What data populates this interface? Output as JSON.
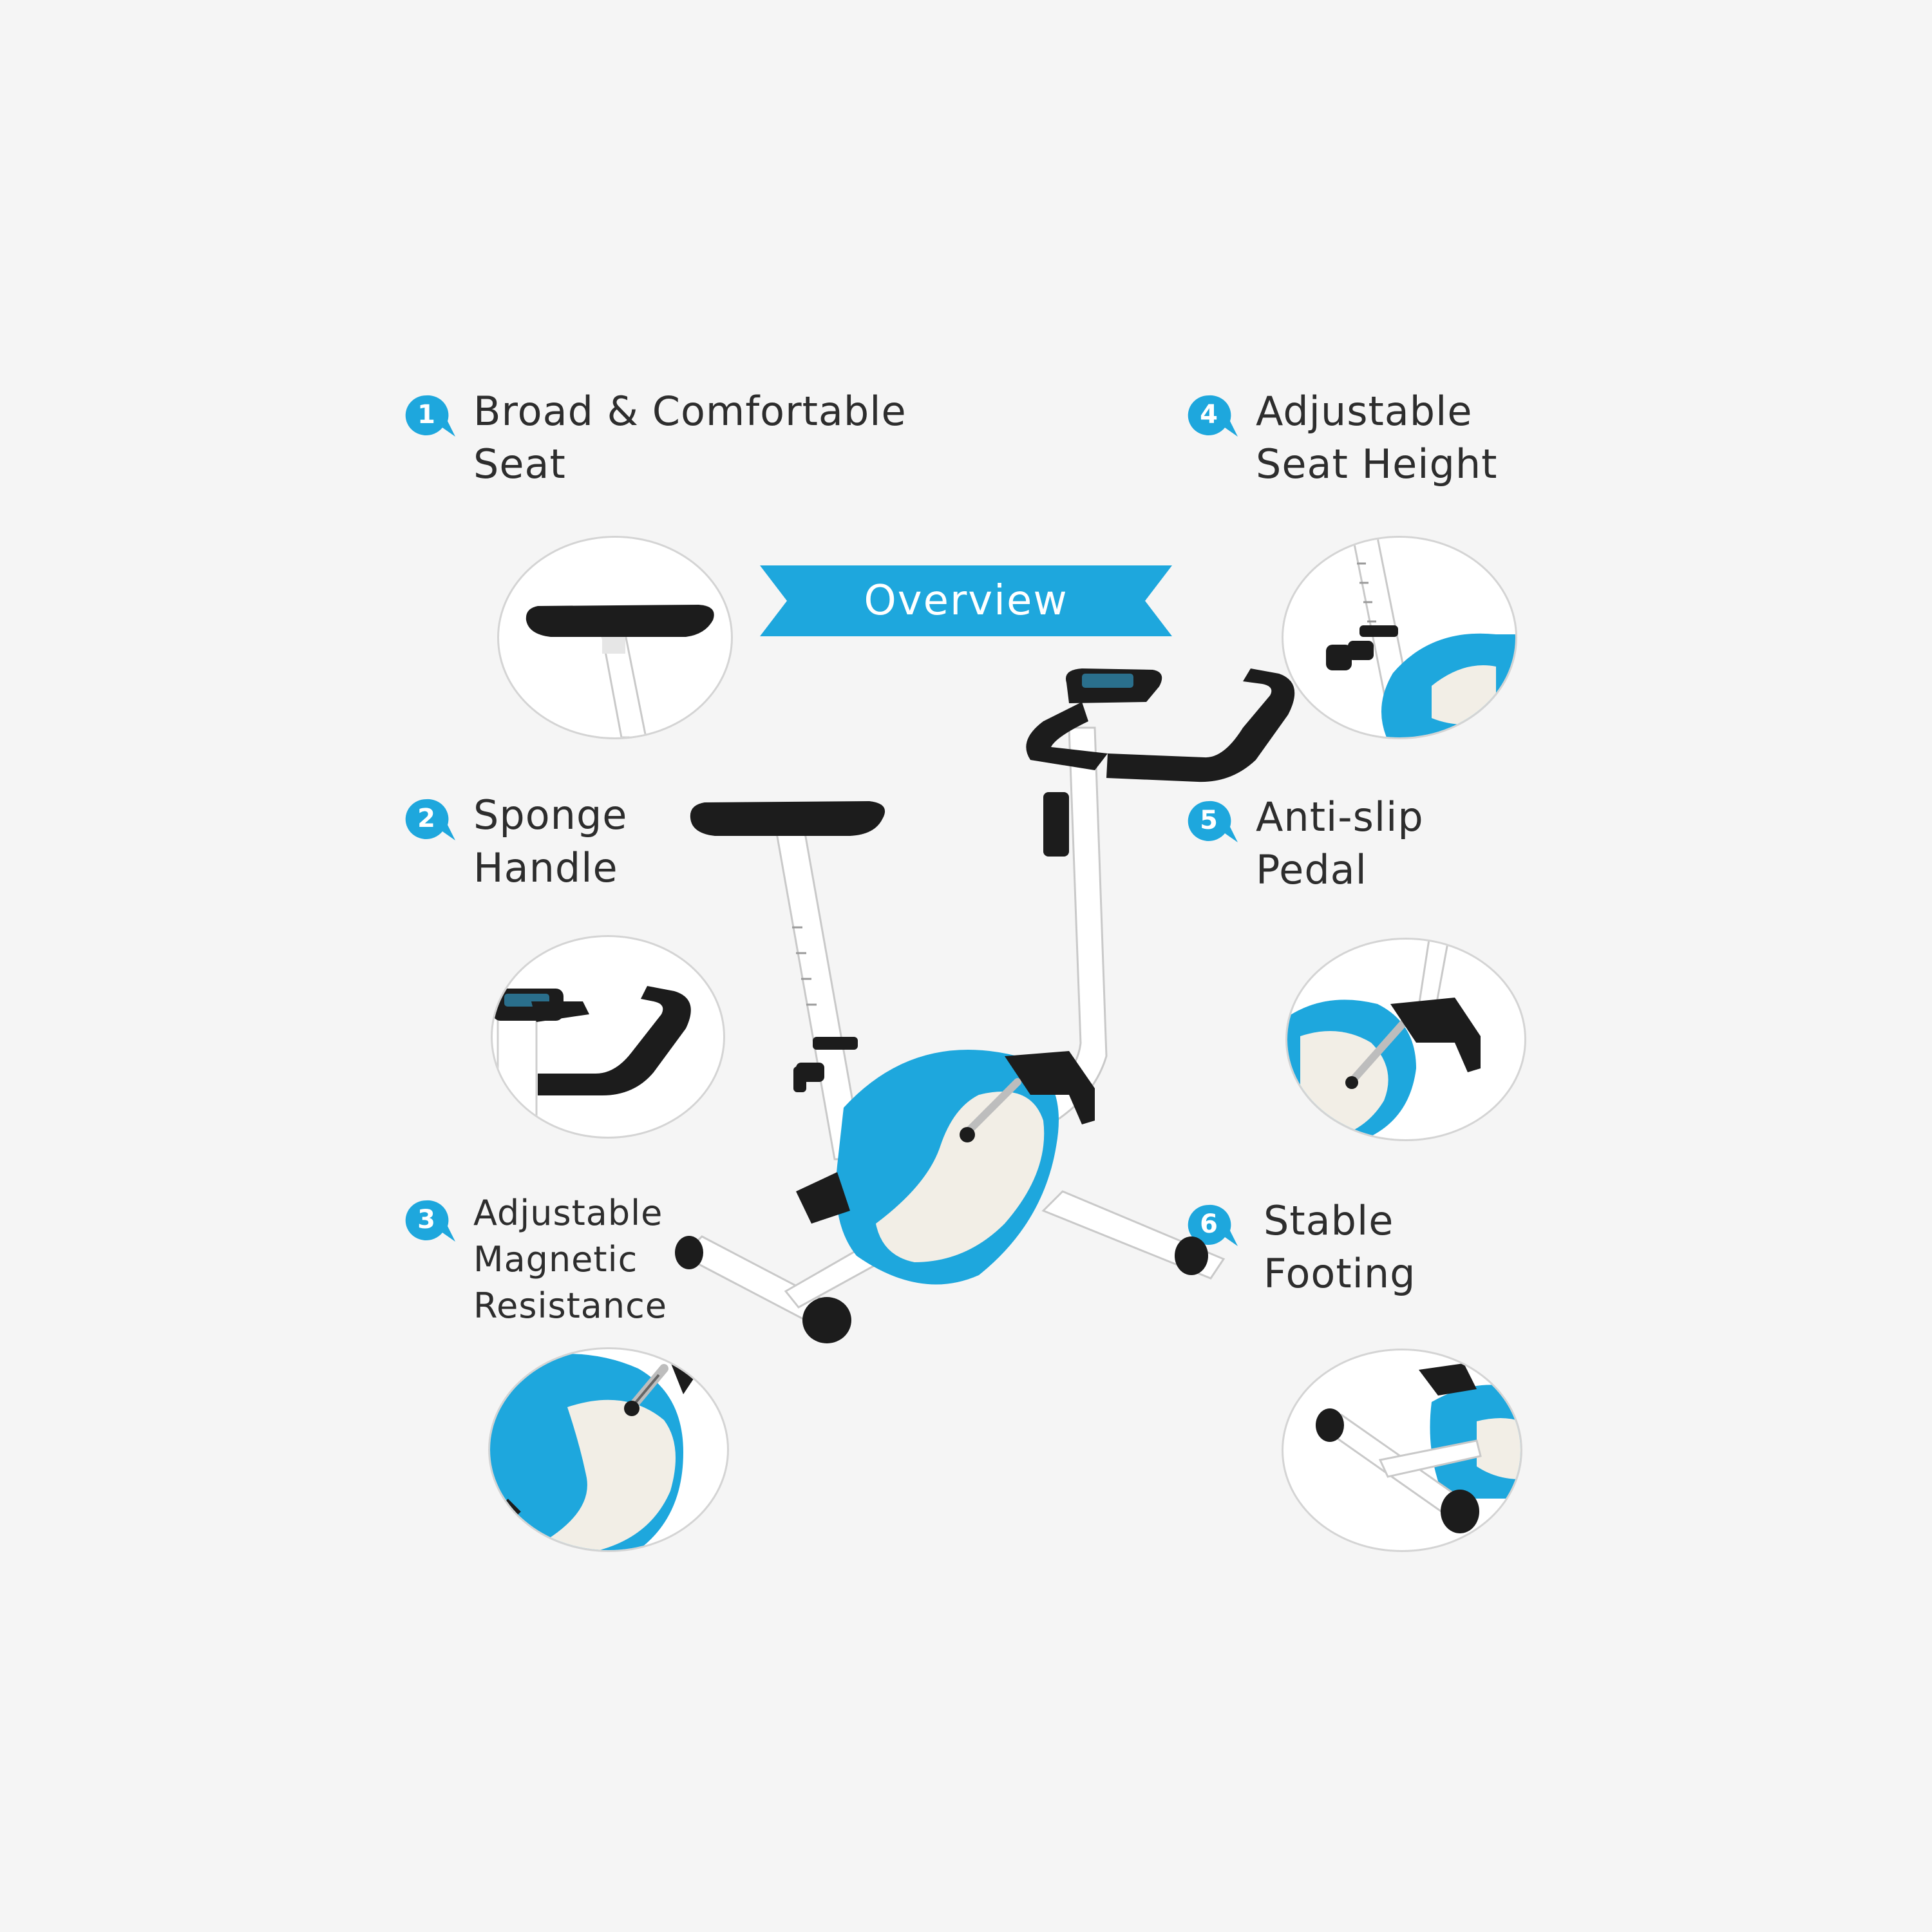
{
  "banner": {
    "label": "Overview"
  },
  "colors": {
    "accent": "#1ea7dd",
    "text": "#2d2d2d",
    "background": "#f5f5f5"
  },
  "features": [
    {
      "number": "1",
      "line1": "Broad & Comfortable",
      "line2": "Seat"
    },
    {
      "number": "2",
      "line1": "Sponge",
      "line2": "Handle"
    },
    {
      "number": "3",
      "line1": "Adjustable",
      "line2": "Magnetic",
      "line3": "Resistance"
    },
    {
      "number": "4",
      "line1": "Adjustable",
      "line2": "Seat Height"
    },
    {
      "number": "5",
      "line1": "Anti-slip",
      "line2": "Pedal"
    },
    {
      "number": "6",
      "line1": "Stable",
      "line2": "Footing"
    }
  ]
}
